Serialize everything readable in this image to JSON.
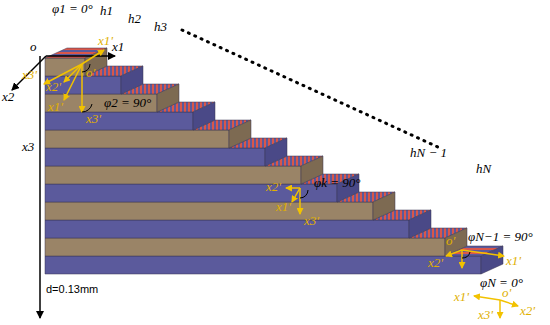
{
  "diagram": {
    "labels": [
      "h1",
      "h2",
      "h3",
      "hN − 1",
      "hN",
      "φ1 = 0°",
      "o",
      "x1'",
      "x1",
      "o'",
      "x2'",
      "x2",
      "x3'",
      "x1'",
      "φ2 = 90°",
      "x3'",
      "x3",
      "x2'",
      "φk = 90°",
      "x1'",
      "x3'",
      "o'",
      "φN−1 = 90°",
      "x2'",
      "x1'",
      "φN = 0°",
      "o'",
      "x1'",
      "x3'",
      "x2'",
      "d=0.13mm"
    ]
  }
}
